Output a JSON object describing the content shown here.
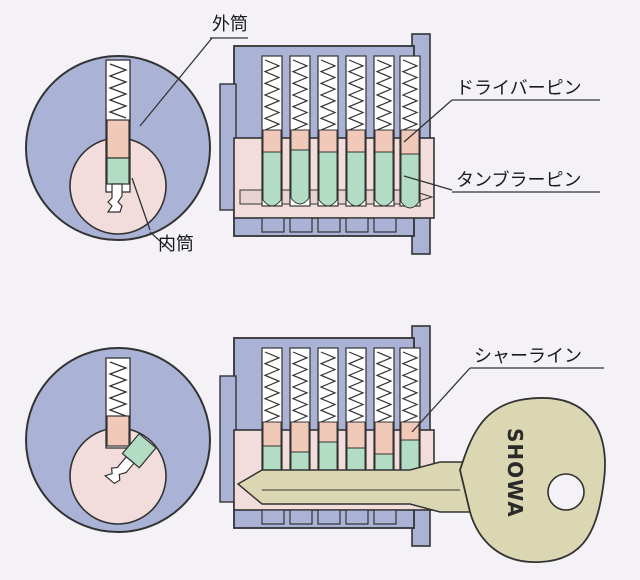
{
  "labels": {
    "outer_cylinder": "外筒",
    "inner_cylinder": "内筒",
    "driver_pin": "ドライバーピン",
    "tumbler_pin": "タンブラーピン",
    "shear_line": "シャーライン"
  },
  "key_brand": "SHOWA",
  "colors": {
    "background": "#f4f2f6",
    "housing": "#aab3d6",
    "plug": "#f2dcdc",
    "driver_pin": "#f1c9b8",
    "tumbler_pin": "#b3dcc4",
    "key": "#dcd7b3",
    "spring": "#ffffff",
    "outline": "#333333"
  }
}
